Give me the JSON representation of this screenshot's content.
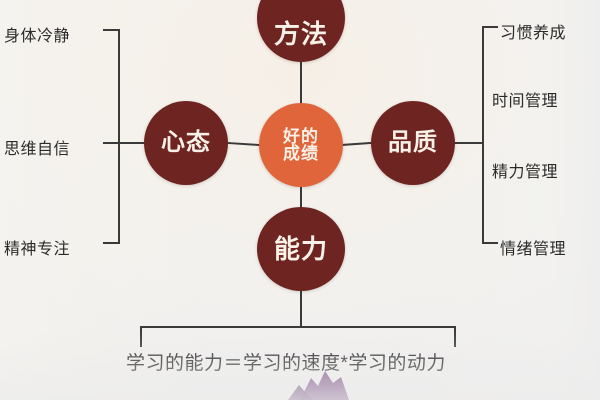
{
  "diagram": {
    "title_center": {
      "line1": "好的",
      "line2": "成绩"
    },
    "branches": [
      {
        "id": "method",
        "label": "方法",
        "position": "top",
        "leaves": []
      },
      {
        "id": "mindset",
        "label": "心态",
        "position": "left",
        "leaves": [
          {
            "label": "身体冷静"
          },
          {
            "label": "思维自信"
          },
          {
            "label": "精神专注"
          }
        ]
      },
      {
        "id": "quality",
        "label": "品质",
        "position": "right",
        "leaves": [
          {
            "label": "习惯养成"
          },
          {
            "label": "时间管理"
          },
          {
            "label": "精力管理"
          },
          {
            "label": "情绪管理"
          }
        ]
      },
      {
        "id": "ability",
        "label": "能力",
        "position": "bottom",
        "leaves": [
          {
            "label": "学习的能力＝学习的速度*学习的动力"
          }
        ]
      }
    ],
    "formula": "学习的能力＝学习的速度*学习的动力",
    "colors": {
      "node_dark": "#6e2420",
      "node_center": "#e0653a",
      "line": "#3a3a3a",
      "text_dark": "#2b2b2b",
      "node_text": "#f7f1e8",
      "background": "#f3f1ed",
      "watermark": "#6b3a78"
    }
  }
}
